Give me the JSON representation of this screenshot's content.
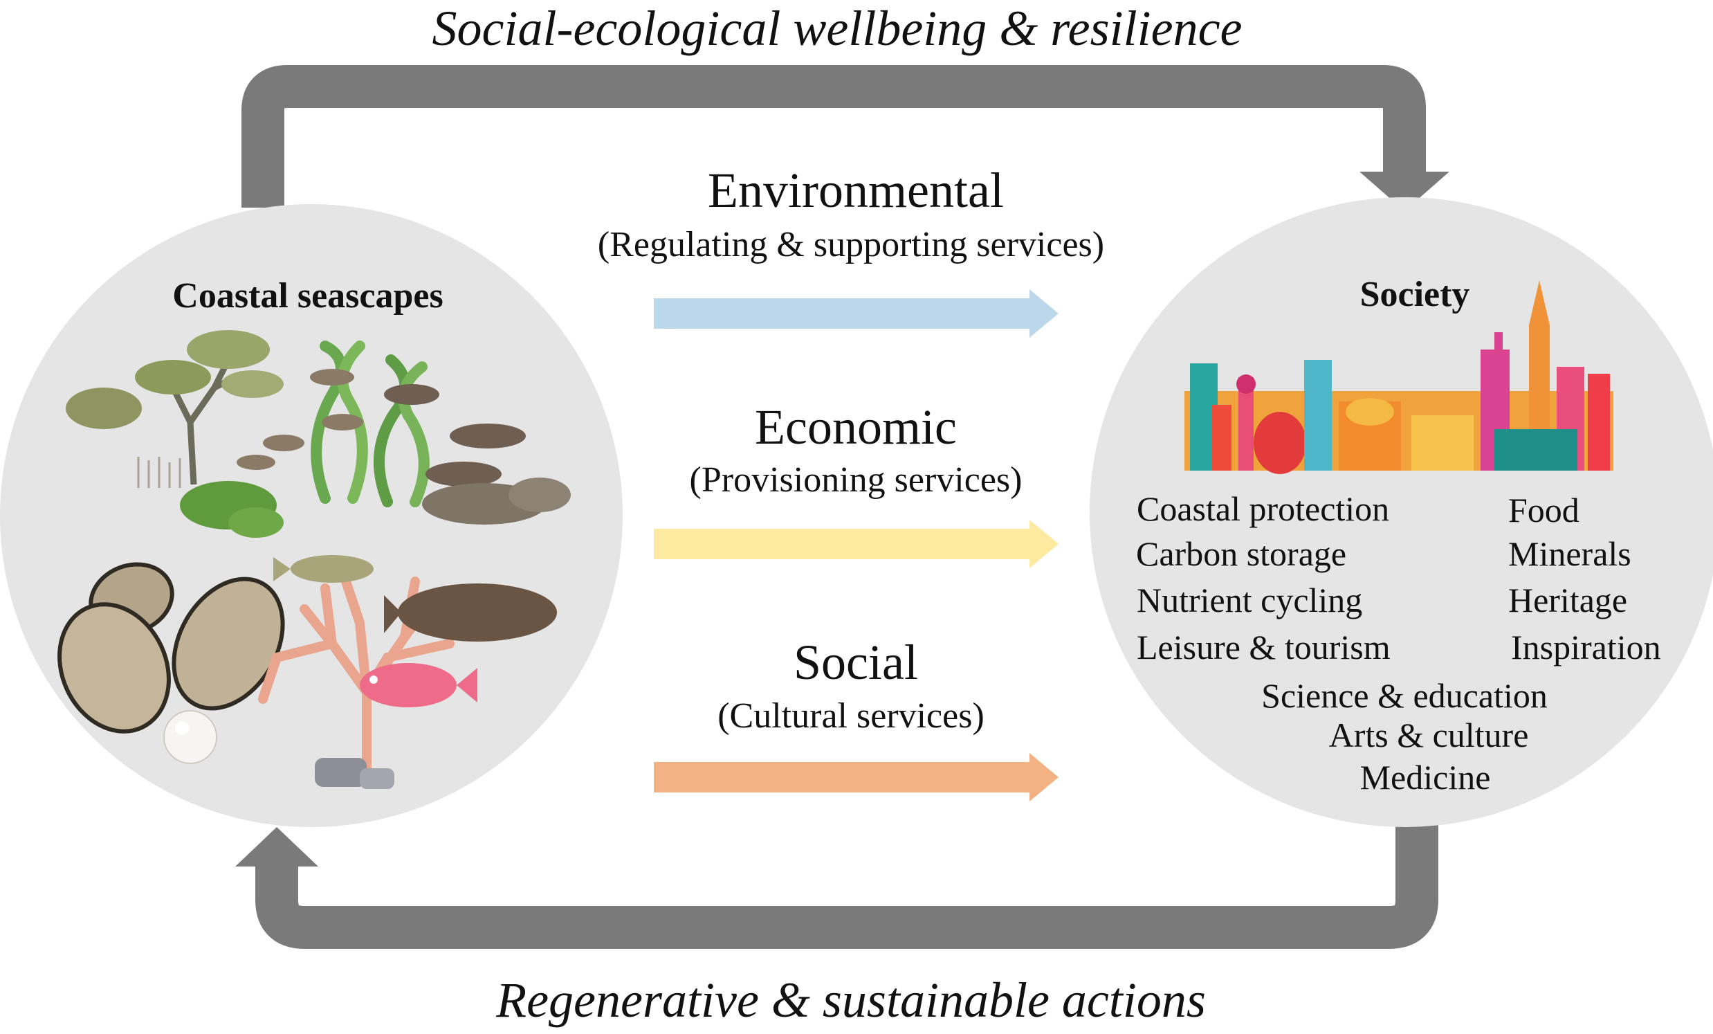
{
  "top_label": "Social-ecological wellbeing & resilience",
  "bottom_label": "Regenerative & sustainable actions",
  "left_circle": {
    "title": "Coastal seascapes"
  },
  "right_circle": {
    "title": "Society",
    "services_left": [
      "Coastal protection",
      "Carbon storage",
      "Nutrient cycling",
      "Leisure & tourism"
    ],
    "services_right": [
      "Food",
      "Minerals",
      "Heritage",
      "Inspiration"
    ],
    "services_center": [
      "Science & education",
      "Arts & culture",
      "Medicine"
    ]
  },
  "flows": [
    {
      "title": "Environmental",
      "subtitle": "(Regulating & supporting services)",
      "color": "#bcd6ea"
    },
    {
      "title": "Economic",
      "subtitle": "(Provisioning services)",
      "color": "#fde9a0"
    },
    {
      "title": "Social",
      "subtitle": "(Cultural services)",
      "color": "#f2b283"
    }
  ],
  "colors": {
    "circle_fill": "#e5e5e5",
    "loop_arrow": "#7a7a7a"
  }
}
